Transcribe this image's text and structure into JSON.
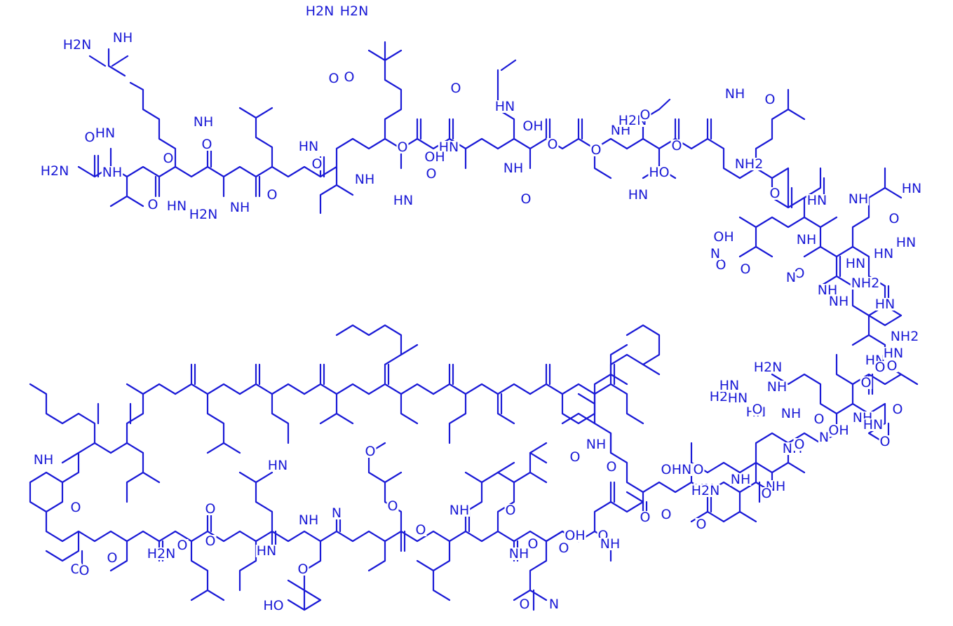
{
  "colors": {
    "ink": "#1a1ad6",
    "background": "#ffffff"
  },
  "structure": {
    "type": "peptide skeletal formula",
    "atom_labels": [
      "H2N",
      "NH",
      "HN",
      "O",
      "H2N",
      "NH",
      "O",
      "HN",
      "O",
      "NH",
      "O",
      "H2N",
      "NH",
      "HN",
      "O",
      "H2N",
      "O",
      "H2N",
      "O",
      "O",
      "NH",
      "HN",
      "O",
      "O",
      "HN",
      "OH",
      "O",
      "HN",
      "OH",
      "O",
      "NH",
      "O",
      "O",
      "NH",
      "H2N",
      "O",
      "HN",
      "O",
      "HO",
      "NH",
      "O",
      "NH2",
      "O",
      "HN",
      "NH",
      "HN",
      "O",
      "NH",
      "HN",
      "O",
      "HN",
      "O",
      "HN",
      "OH",
      "O",
      "HN",
      "N",
      "O",
      "N",
      "NH",
      "NH2",
      "NH",
      "HN",
      "NH2",
      "O",
      "HN",
      "O",
      "NH",
      "O",
      "HN",
      "O",
      "O",
      "NH",
      "OH",
      "NH",
      "NH",
      "H2N",
      "NH",
      "H2N",
      "HN",
      "HN",
      "HN",
      "O",
      "O",
      "N",
      "O",
      "O",
      "HN",
      "O",
      "HN",
      "NH",
      "H2N",
      "O",
      "NH",
      "O",
      "O",
      "O",
      "O",
      "O",
      "O",
      "O",
      "NH",
      "NH",
      "O",
      "OH",
      "O",
      "N",
      "NH",
      "O",
      "O",
      "O",
      "N",
      "HN",
      "NH",
      "HN",
      "O",
      "O",
      "O",
      "O",
      "NH",
      "O",
      "O",
      "H2N",
      "O",
      "HO",
      "O"
    ]
  }
}
